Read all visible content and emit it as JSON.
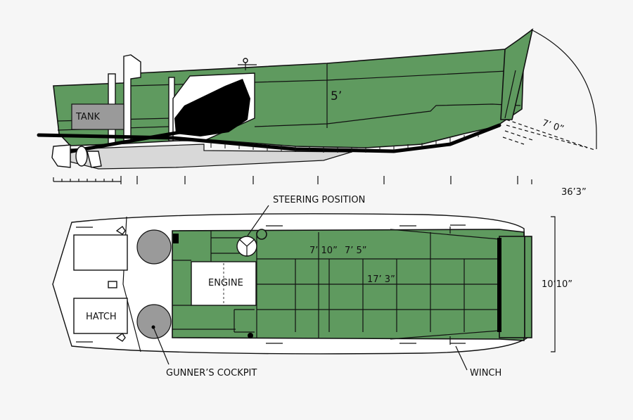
{
  "labels": {
    "tank": "TANK",
    "freeboard": "5’",
    "ramp_length": "7’ 0”",
    "overall_length": "36’3”",
    "steering_position": "STEERING POSITION",
    "engine": "ENGINE",
    "hatch": "HATCH",
    "well_width_a": "7’ 10”",
    "well_width_b": "7’ 5”",
    "well_length": "17’ 3”",
    "beam": "10’10”",
    "gunners_cockpit": "GUNNER’S COCKPIT",
    "winch": "WINCH"
  },
  "colors": {
    "hull_green": "#5f9a5f",
    "tank_grey": "#9a9a9a",
    "background": "#f6f6f6",
    "outline": "#111111"
  }
}
